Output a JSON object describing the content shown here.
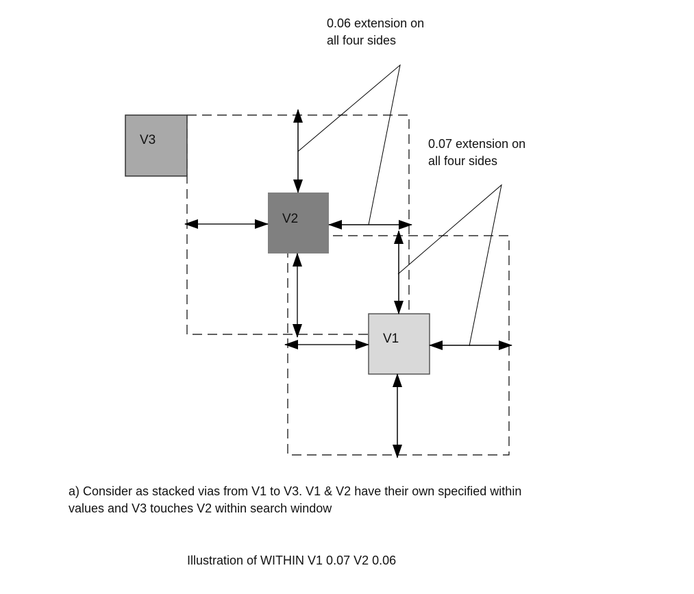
{
  "diagram": {
    "vias": [
      {
        "id": "v3",
        "label": "V3",
        "fill": "#a9a9a9"
      },
      {
        "id": "v2",
        "label": "V2",
        "fill": "#808080"
      },
      {
        "id": "v1",
        "label": "V1",
        "fill": "#d9d9d9"
      }
    ],
    "annotations": {
      "v2_extension": {
        "line1": "0.06 extension on",
        "line2": "all four sides"
      },
      "v1_extension": {
        "line1": "0.07 extension on",
        "line2": "all four sides"
      }
    },
    "caption": {
      "line1": "a) Consider as stacked vias from V1 to V3. V1 & V2 have their own specified within",
      "line2": "values and V3 touches V2 within search window"
    },
    "title": "Illustration of WITHIN V1 0.07 V2 0.06"
  }
}
